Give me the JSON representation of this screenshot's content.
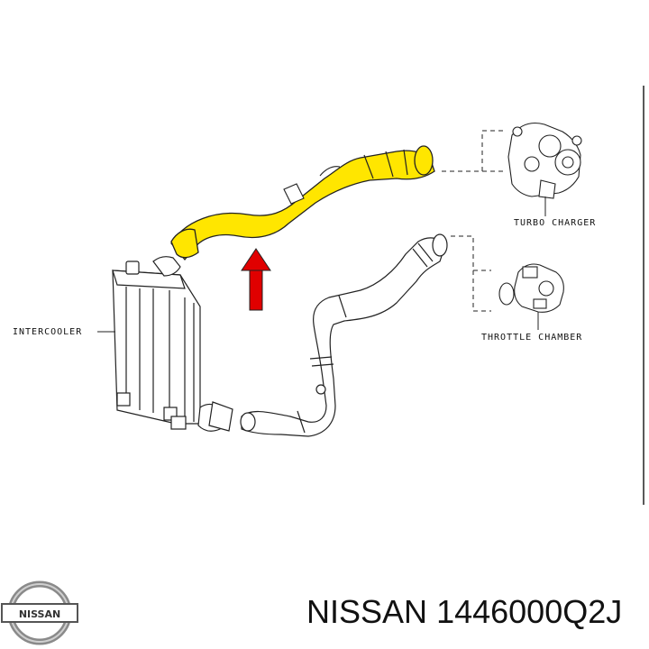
{
  "labels": {
    "turbo_charger": "TURBO CHARGER",
    "throttle_chamber": "THROTTLE CHAMBER",
    "intercooler": "INTERCOOLER"
  },
  "caption": {
    "brand": "NISSAN",
    "part_number": "1446000Q2J"
  },
  "logo": {
    "text": "NISSAN"
  },
  "colors": {
    "highlight_hose": "#ffe600",
    "arrow": "#e00000",
    "line": "#222222"
  }
}
